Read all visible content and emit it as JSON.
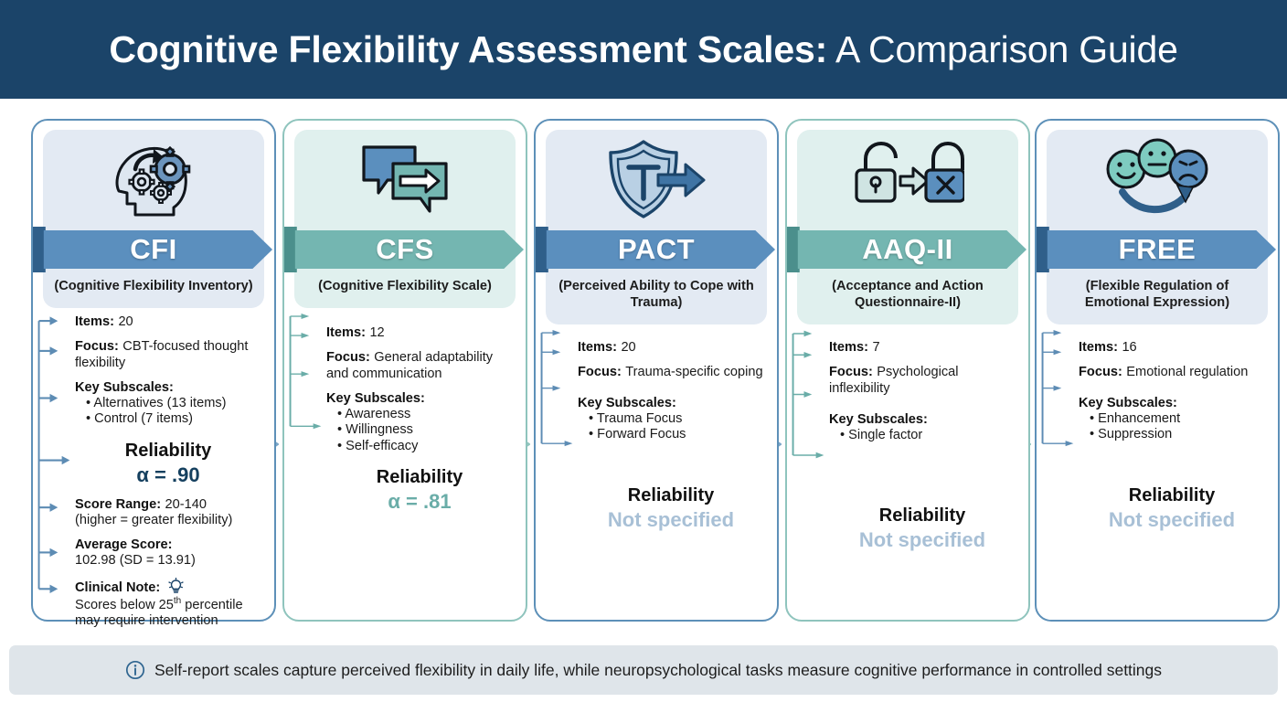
{
  "header": {
    "title_bold": "Cognitive Flexibility Assessment Scales:",
    "title_light": " A Comparison Guide"
  },
  "colors": {
    "header_bg": "#1b4469",
    "banner_blue": "#5b8fbe",
    "banner_blue_fold": "#2f5f8a",
    "banner_teal": "#74b6b1",
    "banner_teal_fold": "#4b8f8c",
    "card_border_blue": "#5d90b8",
    "card_border_teal": "#8fc4bd",
    "head_tint_blue": "#e3eaf3",
    "head_tint_teal": "#e0f0ee",
    "alpha_blue": "#15405f",
    "alpha_teal": "#6aada8",
    "not_specified": "#a8c0d6",
    "footer_bg": "#dfe5ea"
  },
  "labels": {
    "items": "Items:",
    "focus": "Focus:",
    "key_subscales": "Key Subscales:",
    "reliability": "Reliability",
    "score_range": "Score Range:",
    "average_score": "Average Score:",
    "clinical_note": "Clinical Note:"
  },
  "cards": [
    {
      "id": "cfi",
      "theme": "blue",
      "icon": "brain-gears-icon",
      "acronym": "CFI",
      "full_name": "(Cognitive Flexibility Inventory)",
      "items": "20",
      "focus": "CBT-focused thought flexibility",
      "subscales": [
        "• Alternatives (13 items)",
        "• Control (7 items)"
      ],
      "reliability_title": "Reliability",
      "reliability_value": "α = .90",
      "reliability_style": "alpha-blue",
      "score_range": "20-140",
      "score_range_note": "(higher = greater flexibility)",
      "average_score": "102.98 (SD = 13.91)",
      "clinical_note_line1": "Scores below 25",
      "clinical_note_sup": "th",
      "clinical_note_line1b": " percentile",
      "clinical_note_line2": "may require intervention"
    },
    {
      "id": "cfs",
      "theme": "teal",
      "icon": "speech-bubbles-arrow-icon",
      "acronym": "CFS",
      "full_name": "(Cognitive Flexibility Scale)",
      "items": "12",
      "focus": "General adaptability and communication",
      "subscales": [
        "• Awareness",
        "• Willingness",
        "• Self-efficacy"
      ],
      "reliability_title": "Reliability",
      "reliability_value": "α = .81",
      "reliability_style": "alpha-teal"
    },
    {
      "id": "pact",
      "theme": "blue",
      "icon": "shield-t-arrow-icon",
      "acronym": "PACT",
      "full_name": "(Perceived Ability to Cope with Trauma)",
      "items": "20",
      "focus": "Trauma-specific coping",
      "subscales": [
        "• Trauma Focus",
        "• Forward Focus"
      ],
      "reliability_title": "Reliability",
      "reliability_value": "Not specified",
      "reliability_style": "nospec-blue"
    },
    {
      "id": "aaq-ii",
      "theme": "teal",
      "icon": "locks-arrow-icon",
      "acronym": "AAQ-II",
      "full_name": "(Acceptance and Action Questionnaire-II)",
      "items": "7",
      "focus": "Psychological inflexibility",
      "subscales": [
        "• Single factor"
      ],
      "reliability_title": "Reliability",
      "reliability_value": "Not specified",
      "reliability_style": "nospec-teal"
    },
    {
      "id": "free",
      "theme": "blue",
      "icon": "emotion-faces-arrow-icon",
      "acronym": "FREE",
      "full_name": "(Flexible Regulation of Emotional Expression)",
      "items": "16",
      "focus": "Emotional regulation",
      "subscales": [
        "• Enhancement",
        "• Suppression"
      ],
      "reliability_title": "Reliability",
      "reliability_value": "Not specified",
      "reliability_style": "nospec-blue"
    }
  ],
  "footer": {
    "icon": "info-icon",
    "text": "Self-report scales capture perceived flexibility in daily life, while neuropsychological tasks measure cognitive performance in controlled settings"
  }
}
